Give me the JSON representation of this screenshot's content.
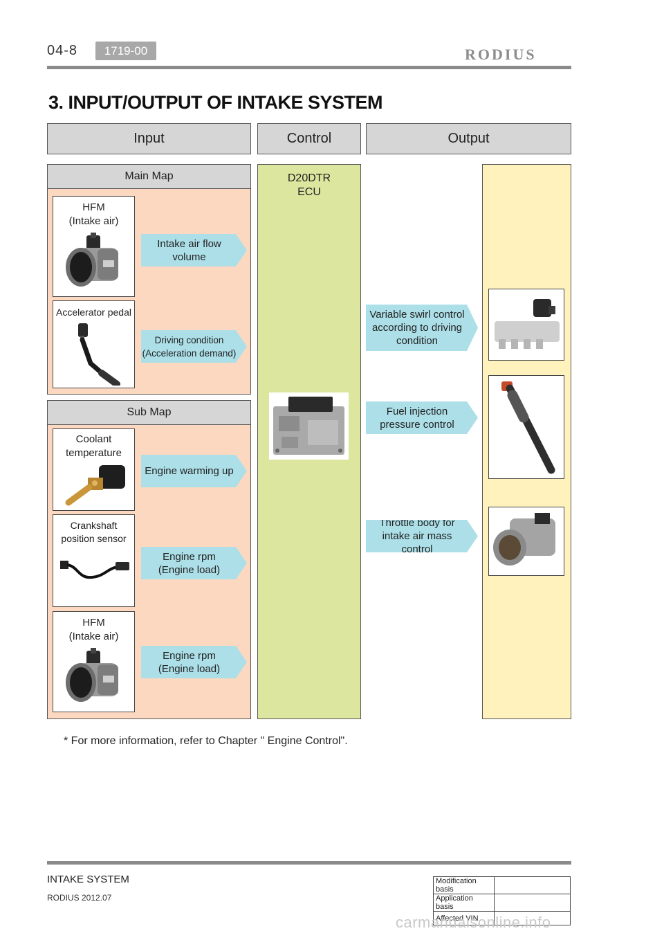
{
  "header": {
    "page_number": "04-8",
    "code": "1719-00",
    "brand": "RODIUS"
  },
  "title": "3. INPUT/OUTPUT OF INTAKE SYSTEM",
  "columns": {
    "input": "Input",
    "control": "Control",
    "output": "Output"
  },
  "main_map": {
    "title": "Main Map",
    "items": [
      {
        "sensor": "HFM\n(Intake air)",
        "signal": "Intake air flow\nvolume"
      },
      {
        "sensor": "Accelerator pedal",
        "signal": "Driving condition\n(Acceleration demand)"
      }
    ]
  },
  "sub_map": {
    "title": "Sub Map",
    "items": [
      {
        "sensor": "Coolant\ntemperature",
        "signal": "Engine warming up"
      },
      {
        "sensor": "Crankshaft\nposition sensor",
        "signal": "Engine rpm\n(Engine load)"
      },
      {
        "sensor": "HFM\n(Intake air)",
        "signal": "Engine rpm\n(Engine load)"
      }
    ]
  },
  "control": {
    "label": "D20DTR\nECU"
  },
  "outputs": [
    {
      "label": "Variable swirl control\naccording to driving\ncondition"
    },
    {
      "label": "Fuel injection\npressure control"
    },
    {
      "label": "Throttle body for\nintake air mass control"
    }
  ],
  "note": "*   For more information, refer to Chapter \" Engine Control\".",
  "footer": {
    "title": "INTAKE SYSTEM",
    "date": "RODIUS 2012.07",
    "info_rows": [
      "Modification basis",
      "Application basis",
      "Affected VIN"
    ]
  },
  "watermark": "carmanualsonline.info"
}
